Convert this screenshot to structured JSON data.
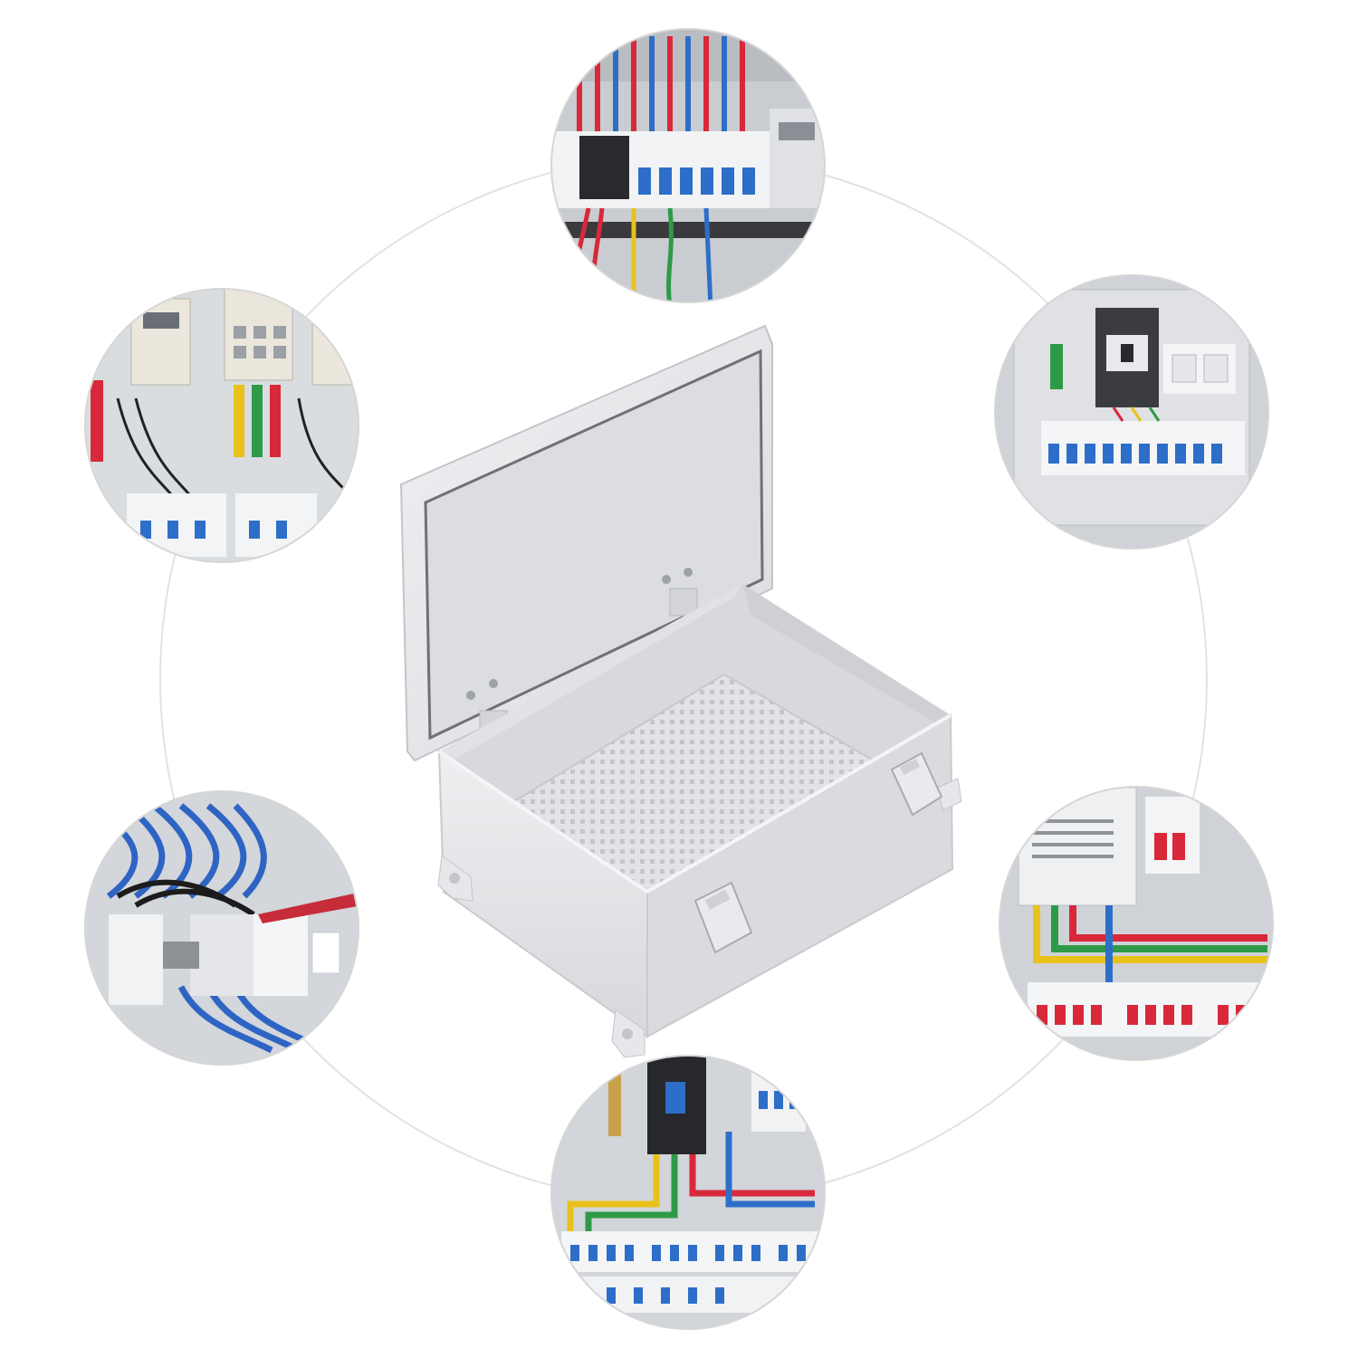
{
  "photos": [
    {
      "id": "top",
      "name": "photo-panel-top",
      "theme": "rail-breakers-red-blue-wiring"
    },
    {
      "id": "upper-left",
      "name": "photo-panel-upper-left",
      "theme": "energy-meters-colored-busbars"
    },
    {
      "id": "upper-right",
      "name": "photo-panel-upper-right",
      "theme": "main-breaker-sockets-breaker-row"
    },
    {
      "id": "lower-left",
      "name": "photo-panel-lower-left",
      "theme": "blue-wire-bundles-with-screwdriver"
    },
    {
      "id": "lower-right",
      "name": "photo-panel-lower-right",
      "theme": "red-breakers-yellow-green-red-busbars"
    },
    {
      "id": "bottom",
      "name": "photo-panel-bottom",
      "theme": "black-breaker-colored-busbars-blue-breakers"
    }
  ],
  "product": {
    "name": "open-junction-box",
    "colors": {
      "body": "#e6e7ea",
      "shadow": "#c5c7cb",
      "inner": "#d9dadd",
      "lid": "#e3e4e7"
    }
  },
  "colors": {
    "background": "#ffffff",
    "connector_ring": "#e2e2e2",
    "panel_grey": "#cfd2d6",
    "breaker_blue": "#2d6ec8",
    "wire_red": "#d8283a",
    "wire_yellow": "#e8c21a",
    "wire_green": "#2e9a48"
  }
}
